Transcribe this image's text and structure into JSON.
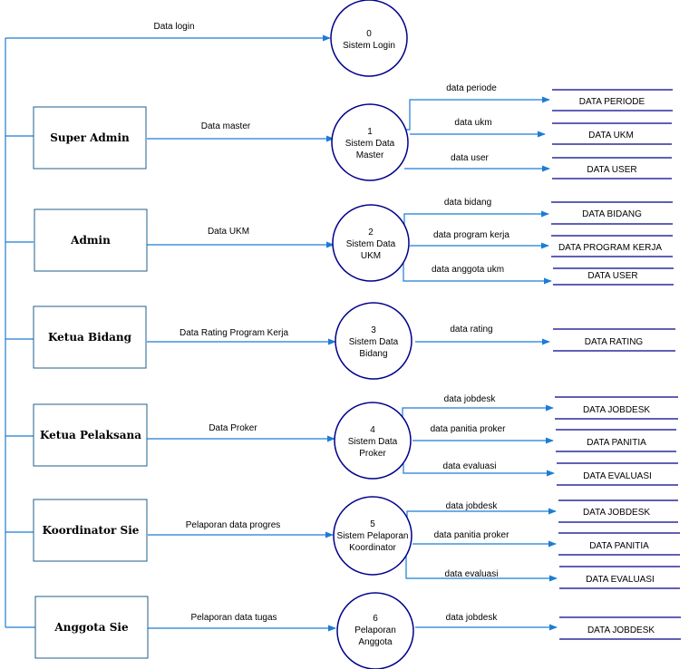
{
  "processes": [
    {
      "number": "0",
      "lines": [
        "Sistem Login"
      ]
    },
    {
      "number": "1",
      "lines": [
        "Sistem Data",
        "Master"
      ]
    },
    {
      "number": "2",
      "lines": [
        "Sistem Data",
        "UKM"
      ]
    },
    {
      "number": "3",
      "lines": [
        "Sistem Data",
        "Bidang"
      ]
    },
    {
      "number": "4",
      "lines": [
        "Sistem Data",
        "Proker"
      ]
    },
    {
      "number": "5",
      "lines": [
        "Sistem Pelaporan",
        "Koordinator"
      ]
    },
    {
      "number": "6",
      "lines": [
        "Pelaporan",
        "Anggota"
      ]
    }
  ],
  "entities": [
    {
      "label": "Super Admin"
    },
    {
      "label": "Admin"
    },
    {
      "label": "Ketua Bidang"
    },
    {
      "label": "Ketua Pelaksana"
    },
    {
      "label": "Koordinator Sie"
    },
    {
      "label": "Anggota Sie"
    }
  ],
  "input_flows": [
    {
      "label": "Data login"
    },
    {
      "label": "Data master"
    },
    {
      "label": "Data UKM"
    },
    {
      "label": "Data Rating Program Kerja"
    },
    {
      "label": "Data Proker"
    },
    {
      "label": "Pelaporan data progres"
    },
    {
      "label": "Pelaporan data tugas"
    }
  ],
  "output_flows": [
    {
      "process": "1",
      "label": "data periode",
      "store": "DATA PERIODE"
    },
    {
      "process": "1",
      "label": "data ukm",
      "store": "DATA UKM"
    },
    {
      "process": "1",
      "label": "data user",
      "store": "DATA USER"
    },
    {
      "process": "2",
      "label": "data bidang",
      "store": "DATA BIDANG"
    },
    {
      "process": "2",
      "label": "data program kerja",
      "store": "DATA PROGRAM KERJA"
    },
    {
      "process": "2",
      "label": "data anggota ukm",
      "store": "DATA USER"
    },
    {
      "process": "3",
      "label": "data rating",
      "store": "DATA RATING"
    },
    {
      "process": "4",
      "label": "data jobdesk",
      "store": "DATA JOBDESK"
    },
    {
      "process": "4",
      "label": "data panitia proker",
      "store": "DATA PANITIA"
    },
    {
      "process": "4",
      "label": "data evaluasi",
      "store": "DATA EVALUASI"
    },
    {
      "process": "5",
      "label": "data jobdesk",
      "store": "DATA JOBDESK"
    },
    {
      "process": "5",
      "label": "data panitia proker",
      "store": "DATA PANITIA"
    },
    {
      "process": "5",
      "label": "data evaluasi",
      "store": "DATA EVALUASI"
    },
    {
      "process": "6",
      "label": "data jobdesk",
      "store": "DATA JOBDESK"
    }
  ],
  "colors": {
    "flow": "#1c7cd6",
    "process_border": "#00008b",
    "entity_border": "#1f5f8b",
    "store_line": "#00008b"
  }
}
